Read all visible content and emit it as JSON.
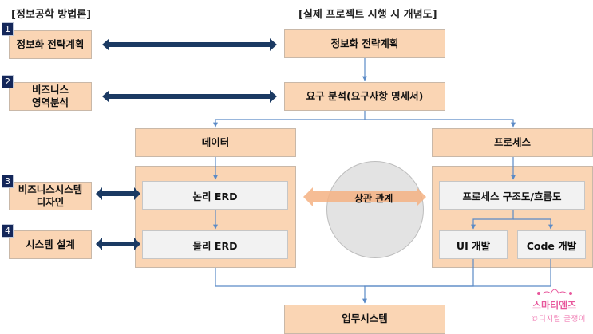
{
  "left_title": "[정보공학 방법론]",
  "right_title": "[실제 프로젝트 시행 시 개념도]",
  "left_steps": [
    {
      "number": "1",
      "label": "정보화 전략계획"
    },
    {
      "number": "2",
      "label": "비즈니스\n영역분석"
    },
    {
      "number": "3",
      "label": "비즈니스시스템\n디자인"
    },
    {
      "number": "4",
      "label": "시스템 설계"
    }
  ],
  "right_flow": {
    "strategy": "정보화 전략계획",
    "requirements": "요구 분석(요구사항 명세서)",
    "data": "데이터",
    "process": "프로세스",
    "logical_erd": "논리 ERD",
    "physical_erd": "물리 ERD",
    "process_structure": "프로세스 구조도/흐름도",
    "ui_dev": "UI 개발",
    "code_dev": "Code 개발",
    "business_system": "업무시스템"
  },
  "correlation_label": "상관 관계",
  "watermark": {
    "brand": "스마티엔즈",
    "credit": "©디지털 글쟁이"
  },
  "colors": {
    "box_fill": "#fad5b4",
    "inner_fill": "#f2f2f2",
    "number_badge": "#14275a",
    "arrow_dark": "#1b3a63",
    "connector": "#5b8ac6",
    "correlation_arrow": "#f4b183",
    "watermark": "#e8579c"
  }
}
